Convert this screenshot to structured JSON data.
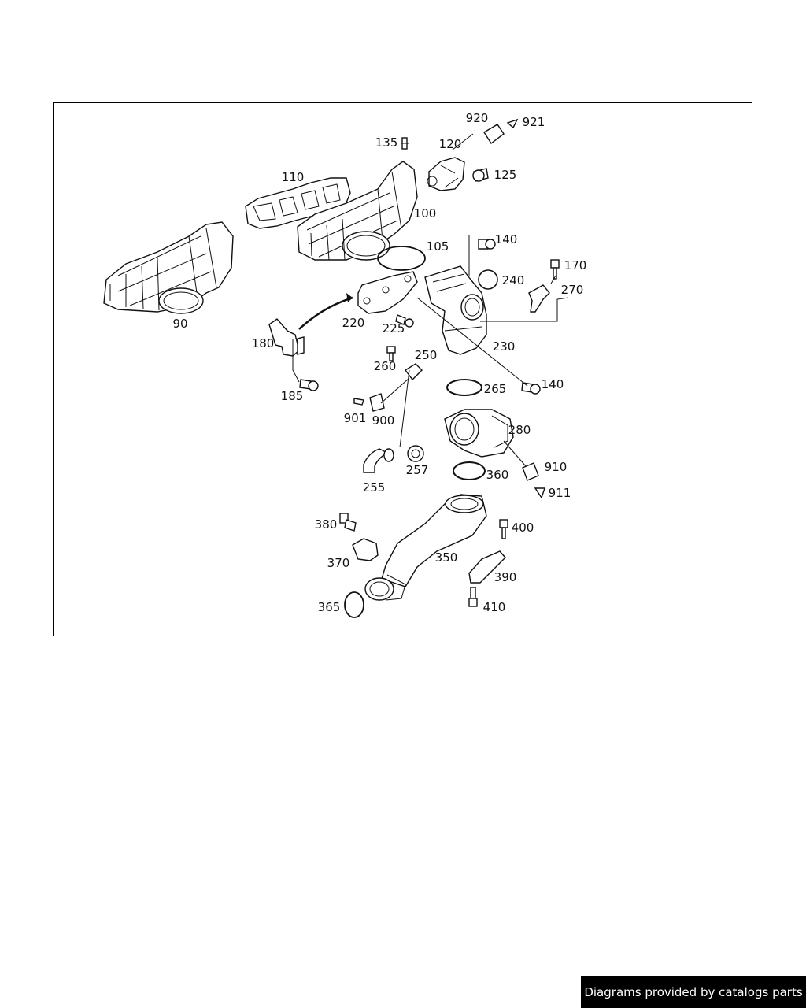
{
  "attribution": "Diagrams provided by catalogs parts",
  "labels": {
    "p90": "90",
    "p100": "100",
    "p105": "105",
    "p110": "110",
    "p120": "120",
    "p125": "125",
    "p135": "135",
    "p140a": "140",
    "p140b": "140",
    "p170": "170",
    "p180": "180",
    "p185": "185",
    "p220": "220",
    "p225": "225",
    "p230": "230",
    "p240": "240",
    "p250": "250",
    "p255": "255",
    "p257": "257",
    "p260": "260",
    "p265": "265",
    "p270": "270",
    "p280": "280",
    "p350": "350",
    "p360": "360",
    "p365": "365",
    "p370": "370",
    "p380": "380",
    "p390": "390",
    "p400": "400",
    "p410": "410",
    "p900": "900",
    "p901": "901",
    "p910": "910",
    "p911": "911",
    "p920": "920",
    "p921": "921"
  }
}
